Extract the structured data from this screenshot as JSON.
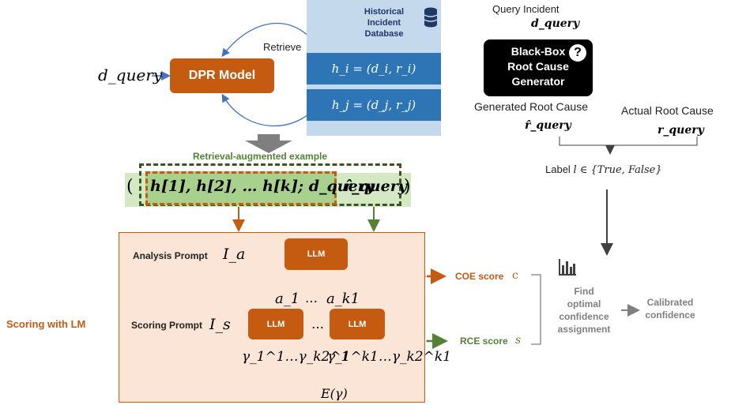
{
  "left": {
    "d_query": "d_query",
    "dpr_model": "DPR Model",
    "retrieve": "Retrieve",
    "database_title": [
      "Historical",
      "Incident",
      "Database"
    ],
    "h_i": "h_i = (d_i, r_i)",
    "h_j": "h_j = (d_j, r_j)",
    "retrieval_label": "Retrieval-augmented example",
    "example_open": "(",
    "example_content": "h[1], h[2], … h[k]; d_query",
    "r_hat_query": "r̂_query",
    "example_close": ")"
  },
  "scoring": {
    "section_label": "Scoring with LM",
    "analysis_prompt": "Analysis Prompt",
    "analysis_symbol": "I_a",
    "scoring_prompt": "Scoring Prompt",
    "scoring_symbol": "I_s",
    "llm": "LLM",
    "a_1": "a_1",
    "a_k1": "a_k1",
    "dots": "…",
    "gamma_left": "γ_1^1…γ_k2^1",
    "gamma_right": "γ_1^k1…γ_k2^k1",
    "expectation": "E(γ)",
    "coe_score": "COE score",
    "coe_symbol": "c",
    "rce_score": "RCE score",
    "rce_symbol": "s"
  },
  "right": {
    "query_incident": "Query Incident",
    "d_query": "d_query",
    "blackbox": [
      "Black-Box",
      "Root Cause",
      "Generator"
    ],
    "question_mark": "?",
    "generated_root_cause": "Generated Root Cause",
    "actual_root_cause": "Actual Root Cause",
    "r_hat_query": "r̂_query",
    "r_query": "r_query",
    "label_text": "Label",
    "label_math": "l ∈ {True, False}",
    "find_optimal": [
      "Find",
      "optimal",
      "confidence",
      "assignment"
    ],
    "calibrated": [
      "Calibrated",
      "confidence"
    ]
  },
  "icons": [
    "database-icon",
    "question-icon",
    "bar-chart-icon"
  ],
  "colors": {
    "orange": "#c55a11",
    "blue": "#2e75b6",
    "light_blue": "#c5d9ed",
    "green": "#548235",
    "light_green": "#d4e8c4",
    "scoring_bg": "#fbe5d6"
  }
}
